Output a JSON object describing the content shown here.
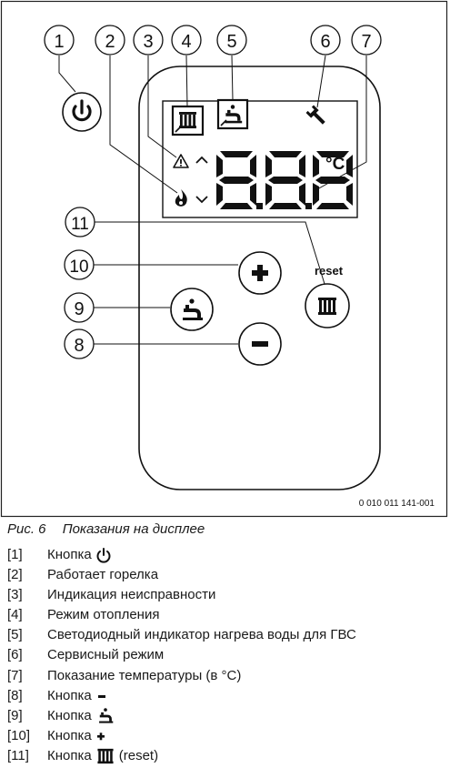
{
  "figure": {
    "id_code": "0 010 011 141-001",
    "callouts": [
      "1",
      "2",
      "3",
      "4",
      "5",
      "6",
      "7",
      "8",
      "9",
      "10",
      "11"
    ],
    "display": {
      "digits": "8.8.8",
      "unit": "°C",
      "reset_label": "reset",
      "symbols": [
        "power-icon",
        "radiator-icon",
        "tap-water-icon",
        "wrench-icon",
        "warning-icon",
        "flame-icon",
        "arrow-up-icon",
        "arrow-down-icon"
      ]
    },
    "buttons": {
      "plus": "+",
      "minus": "−"
    }
  },
  "caption": {
    "number": "Рис. 6",
    "title": "Показания на дисплее"
  },
  "legend": [
    {
      "num": "[1]",
      "text": "Кнопка",
      "icon": "power-icon",
      "suffix": ""
    },
    {
      "num": "[2]",
      "text": "Работает горелка",
      "icon": "",
      "suffix": ""
    },
    {
      "num": "[3]",
      "text": "Индикация неисправности",
      "icon": "",
      "suffix": ""
    },
    {
      "num": "[4]",
      "text": "Режим отопления",
      "icon": "",
      "suffix": ""
    },
    {
      "num": "[5]",
      "text": "Светодиодный индикатор нагрева воды для ГВС",
      "icon": "",
      "suffix": ""
    },
    {
      "num": "[6]",
      "text": "Сервисный режим",
      "icon": "",
      "suffix": ""
    },
    {
      "num": "[7]",
      "text": "Показание температуры (в °C)",
      "icon": "",
      "suffix": ""
    },
    {
      "num": "[8]",
      "text": "Кнопка",
      "icon": "minus-icon",
      "suffix": ""
    },
    {
      "num": "[9]",
      "text": "Кнопка",
      "icon": "tap-water-icon",
      "suffix": ""
    },
    {
      "num": "[10]",
      "text": "Кнопка",
      "icon": "plus-icon",
      "suffix": ""
    },
    {
      "num": "[11]",
      "text": "Кнопка",
      "icon": "radiator-icon",
      "suffix": "(reset)"
    }
  ]
}
